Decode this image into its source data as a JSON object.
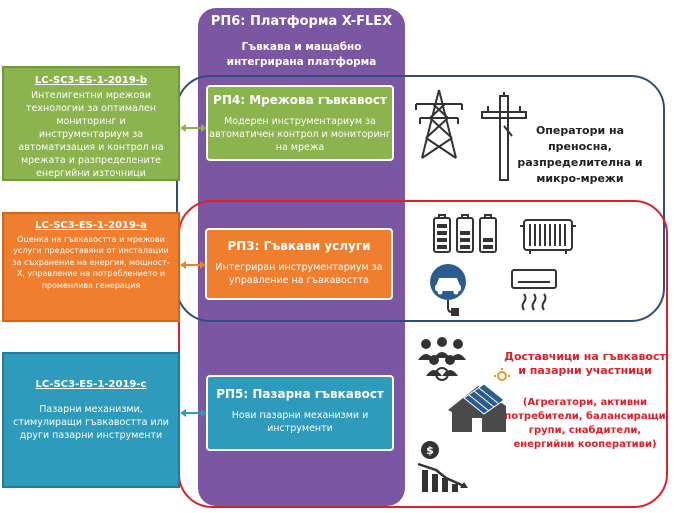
{
  "rp6": {
    "title": "РП6: Платформа X-FLEX",
    "subtitle_line1": "Гъвкава и мащабно",
    "subtitle_line2": "интегрирана платформа"
  },
  "left_boxes": {
    "green": {
      "code": "LC-SC3-ES-1-2019-b",
      "text": "Интелигентни мрежови технологии за оптимален мониторинг и инструментариум за автоматизация и контрол на мрежата и разпределените енергийни източници"
    },
    "orange": {
      "code": "LC-SC3-ES-1-2019-a",
      "text": "Оценка на гъвкавостта и мрежови услуги предоставяни от инсталации за съхранение на енергия, мощност-X, управление на потреблението и променлива генерация"
    },
    "teal": {
      "code": "LC-SC3-ES-1-2019-c",
      "text": "Пазарни механизми, стимулиращи гъвкавостта или други пазарни инструменти"
    }
  },
  "inner_boxes": {
    "rp4": {
      "title": "РП4: Мрежова гъвкавост",
      "desc": "Модерен инструментариум за автоматичен контрол и мониторинг на мрежа"
    },
    "rp3": {
      "title": "РП3: Гъвкави услуги",
      "desc": "Интегриран инструментариум за управление на гъвкавостта"
    },
    "rp5": {
      "title": "РП5: Пазарна гъвкавост",
      "desc": "Нови пазарни механизми и инструменти"
    }
  },
  "right_texts": {
    "operators": "Оператори на преносна, разпределителна и микро-мрежи",
    "providers_title": "Доставчици на гъвкавост и пазарни участници",
    "providers_desc": "(Агрегатори, активни потребители, балансиращи групи, снабдители, енергийни кооперативи)"
  },
  "icons": [
    "transmission-tower-icon",
    "utility-pole-icon",
    "battery-icon",
    "radiator-icon",
    "electric-car-icon",
    "air-conditioner-icon",
    "people-group-icon",
    "house-solar-icon",
    "price-decline-icon"
  ],
  "colors": {
    "purple": "#7b56a3",
    "green": "#8bb34e",
    "orange": "#ef7f2f",
    "teal": "#2e9bbd",
    "blue_frame": "#2f4f7a",
    "red_frame": "#d9202b"
  }
}
